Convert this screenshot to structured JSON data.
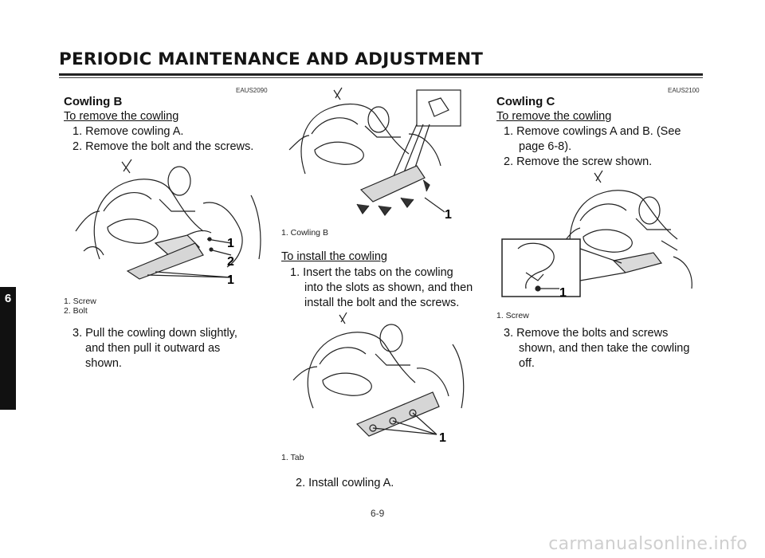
{
  "header": {
    "title": "PERIODIC MAINTENANCE AND ADJUSTMENT"
  },
  "tab": {
    "chapter": "6"
  },
  "left": {
    "code": "EAUS2090",
    "title": "Cowling B",
    "subtitle": "To remove the cowling",
    "step1": "1. Remove cowling A.",
    "step2": "2. Remove the bolt and the screws.",
    "caption1": "1. Screw",
    "caption2": "2. Bolt",
    "callouts": [
      "1",
      "2",
      "1"
    ],
    "step3a": "3. Pull the cowling down slightly,",
    "step3b": "and then pull it outward as",
    "step3c": "shown."
  },
  "middle": {
    "caption_top": "1. Cowling B",
    "callout_top": "1",
    "subtitle": "To install the cowling",
    "step1a": "1.  Insert the tabs on the cowling",
    "step1b": "into the slots as shown, and then",
    "step1c": "install the bolt and the screws.",
    "callout_bottom": "1",
    "caption_bottom": "1. Tab",
    "step2": "2. Install cowling A."
  },
  "right": {
    "code": "EAUS2100",
    "title": "Cowling C",
    "subtitle": "To remove the cowling",
    "step1a": "1. Remove cowlings A and B. (See",
    "step1b": "page 6-8).",
    "step2": "2. Remove the screw shown.",
    "callout": "1",
    "caption": "1. Screw",
    "step3a": "3. Remove the bolts and screws",
    "step3b": "shown, and then take the cowling",
    "step3c": "off."
  },
  "footer": {
    "page": "6-9",
    "watermark": "carmanualsonline.info"
  }
}
